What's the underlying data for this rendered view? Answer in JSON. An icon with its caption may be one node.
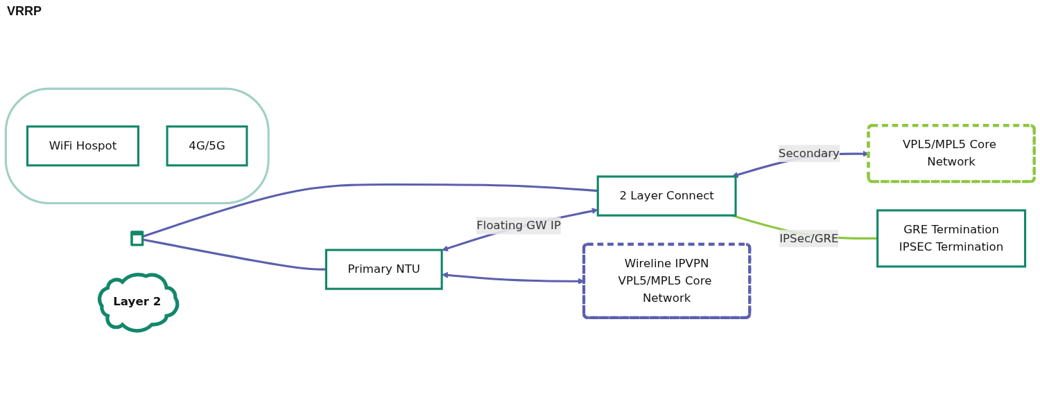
{
  "diagram": {
    "nodes": [
      {
        "text": [],
        "shape": "server"
      },
      {
        "text": [
          "Primary NTU"
        ]
      },
      {
        "text": [
          "2 Layer Connect"
        ]
      },
      {
        "text": [
          "Wireline IPVPN",
          "VPL5/MPL5 Core Network"
        ]
      },
      {
        "text": [
          "VPL5/MPL5 Core Network"
        ]
      },
      {
        "text": [
          "Layer 2"
        ]
      },
      {
        "text": [],
        "shape": "cloud"
      },
      {
        "text": [
          "WiFi Hospot"
        ],
        "in": 6
      },
      {
        "text": [
          "4G/5G"
        ],
        "in": 6
      },
      {
        "text": [
          "GRE Termination",
          "IPSEC Termination"
        ]
      }
    ],
    "edges": [
      {
        "from": 0,
        "to": 1,
        "arrow": "none"
      },
      {
        "from": 0,
        "to": 2,
        "arrow": "none"
      },
      {
        "from": 1,
        "to": 3,
        "arrow": "both"
      },
      {
        "from": 1,
        "to": 2,
        "arrow": "both",
        "label": "Floating GW IP"
      },
      {
        "from": 2,
        "to": 4,
        "arrow": "both",
        "label": "Secondary"
      },
      {
        "from": 2,
        "to": 9,
        "arrow": "none",
        "label": "IPSec/GRE",
        "color": "#8dc63f"
      }
    ],
    "labels": [
      "VRRP"
    ]
  }
}
